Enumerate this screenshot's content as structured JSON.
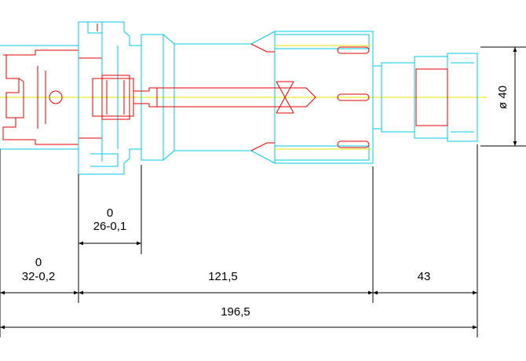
{
  "colors": {
    "outline": "#00c8e6",
    "section": "#e60000",
    "centerline": "#e6e600",
    "dimension": "#000000"
  },
  "dimensions": {
    "diameter": "ø 40",
    "flange_tol_upper": "0",
    "flange_length": "26-0,1",
    "gauge_tol_upper": "0",
    "gauge_length": "32-0,2",
    "body_length": "121,5",
    "nose_length": "43",
    "overall_length": "196,5"
  }
}
